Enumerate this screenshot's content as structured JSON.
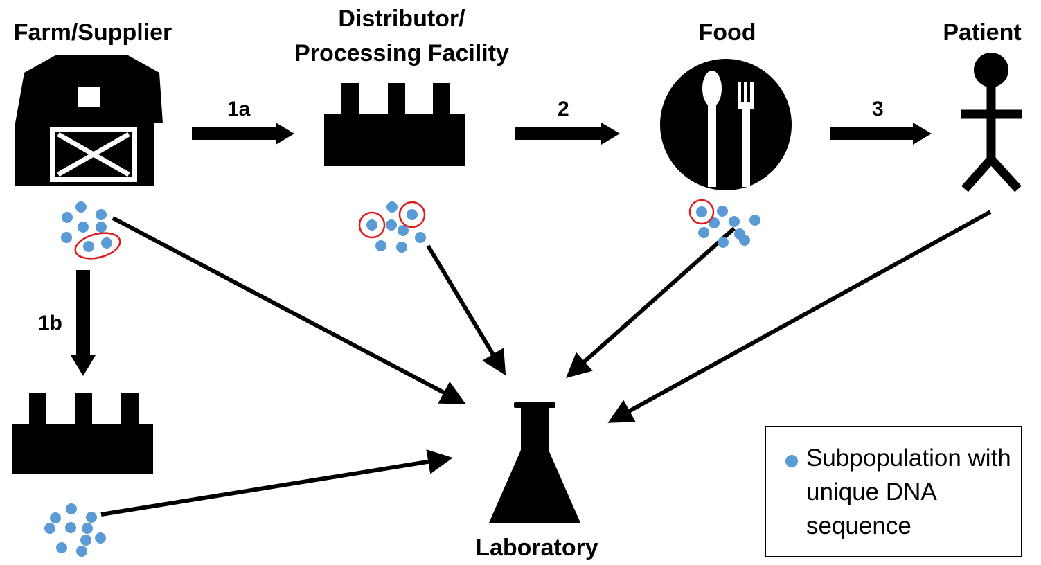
{
  "nodes": {
    "farm": "Farm/Supplier",
    "distributor_line1": "Distributor/",
    "distributor_line2": "Processing Facility",
    "food": "Food",
    "patient": "Patient",
    "laboratory": "Laboratory"
  },
  "steps": {
    "step_1a": "1a",
    "step_2": "2",
    "step_3": "3",
    "step_1b": "1b"
  },
  "legend": {
    "label": "Subpopulation with unique DNA sequence",
    "dot_color": "#5b9bd5"
  },
  "colors": {
    "dot": "#5b9bd5",
    "highlight_ring": "#e0191b",
    "icon": "#000000"
  }
}
